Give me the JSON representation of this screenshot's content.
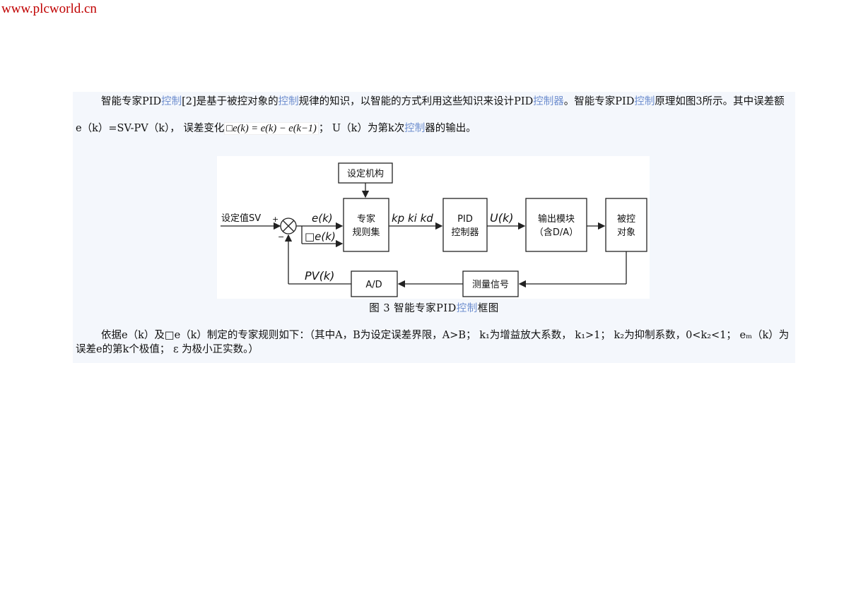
{
  "watermark": "www.plcworld.cn",
  "paragraph1": {
    "a": "智能专家PID",
    "link1": "控制",
    "b": "[2]是基于被控对象的",
    "link2": "控制",
    "c": "规律的知识，以智能的方式利用这些知识来设计PID",
    "link3": "控制器",
    "d": "。智能专家PID",
    "link4": "控制",
    "e": "原理如图3所示。其中误差额 e（k）=SV-PV（k），  误差变化",
    "formula": "□e(k) = e(k) − e(k−1)",
    "f": "；  U（k）为第k次",
    "link5": "控制",
    "g": "器的输出。"
  },
  "diagram": {
    "setpoint_label": "设定值SV",
    "plus": "+",
    "minus": "−",
    "ek": "e(k)",
    "dek": "□e(k)",
    "set_mechanism": "设定机构",
    "expert_line1": "专家",
    "expert_line2": "规则集",
    "params": "kp  ki  kd",
    "pid_line1": "PID",
    "pid_line2": "控制器",
    "uk": "U(k)",
    "output_line1": "输出模块",
    "output_line2": "（含D/A）",
    "plant_line1": "被控",
    "plant_line2": "对象",
    "measure": "测量信号",
    "ad": "A/D",
    "pvk": "PV(k)"
  },
  "caption": {
    "a": "图   3   智能专家PID",
    "link": "控制",
    "b": "框图"
  },
  "paragraph3": {
    "a": "依据e（k）及□e（k）制定的专家规则如下：（其中A，B为设定误差界限，A>B；  k₁为增益放大系数，   k₁>1；  k₂为抑制系数，0<k₂<1；  eₘ（k）为误差e的第k个极值；  ε 为极小正实数。）"
  }
}
